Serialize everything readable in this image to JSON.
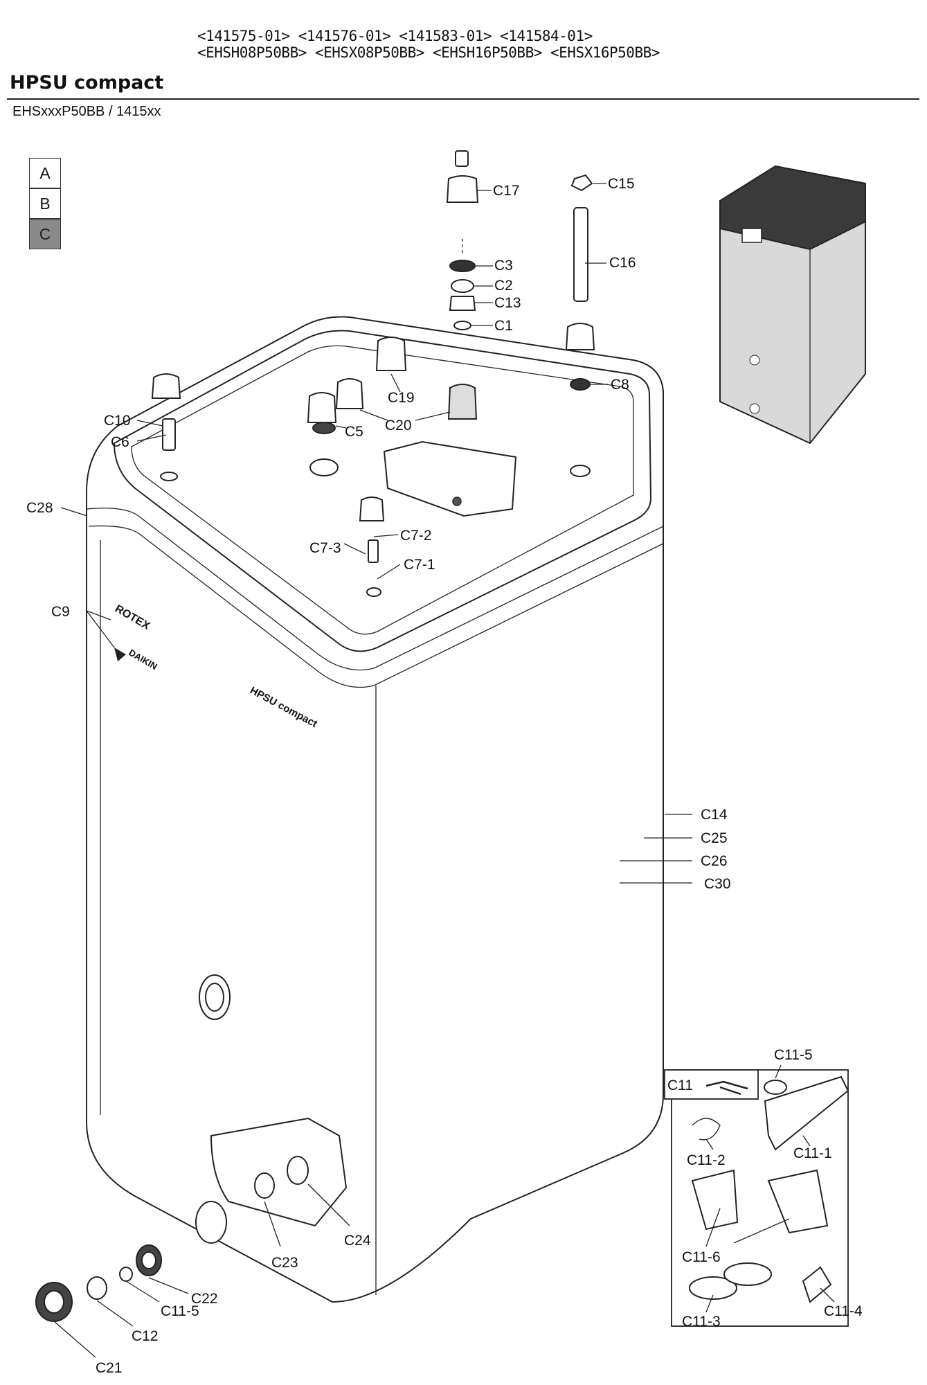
{
  "header": {
    "codes_line1": "<141575-01> <141576-01> <141583-01> <141584-01>",
    "codes_line2": "<EHSH08P50BB> <EHSX08P50BB> <EHSH16P50BB> <EHSX16P50BB>",
    "title": "HPSU compact",
    "subtitle": "EHSxxxP50BB / 1415xx"
  },
  "legend": [
    "A",
    "B",
    "C"
  ],
  "legend_selected": "C",
  "tank_text": {
    "brand": "ROTEX",
    "logo": "DAIKIN",
    "model": "HPSU compact"
  },
  "labels": {
    "C1": "C1",
    "C2": "C2",
    "C3": "C3",
    "C5": "C5",
    "C6": "C6",
    "C7_1": "C7-1",
    "C7_2": "C7-2",
    "C7_3": "C7-3",
    "C8": "C8",
    "C9": "C9",
    "C10": "C10",
    "C11": "C11",
    "C11_1": "C11-1",
    "C11_2": "C11-2",
    "C11_3": "C11-3",
    "C11_4": "C11-4",
    "C11_5_top": "C11-5",
    "C11_5_bottom": "C11-5",
    "C11_6": "C11-6",
    "C12": "C12",
    "C13": "C13",
    "C14": "C14",
    "C15": "C15",
    "C16": "C16",
    "C17": "C17",
    "C19": "C19",
    "C20": "C20",
    "C21": "C21",
    "C22": "C22",
    "C23": "C23",
    "C24": "C24",
    "C25": "C25",
    "C26": "C26",
    "C28": "C28",
    "C30": "C30"
  }
}
